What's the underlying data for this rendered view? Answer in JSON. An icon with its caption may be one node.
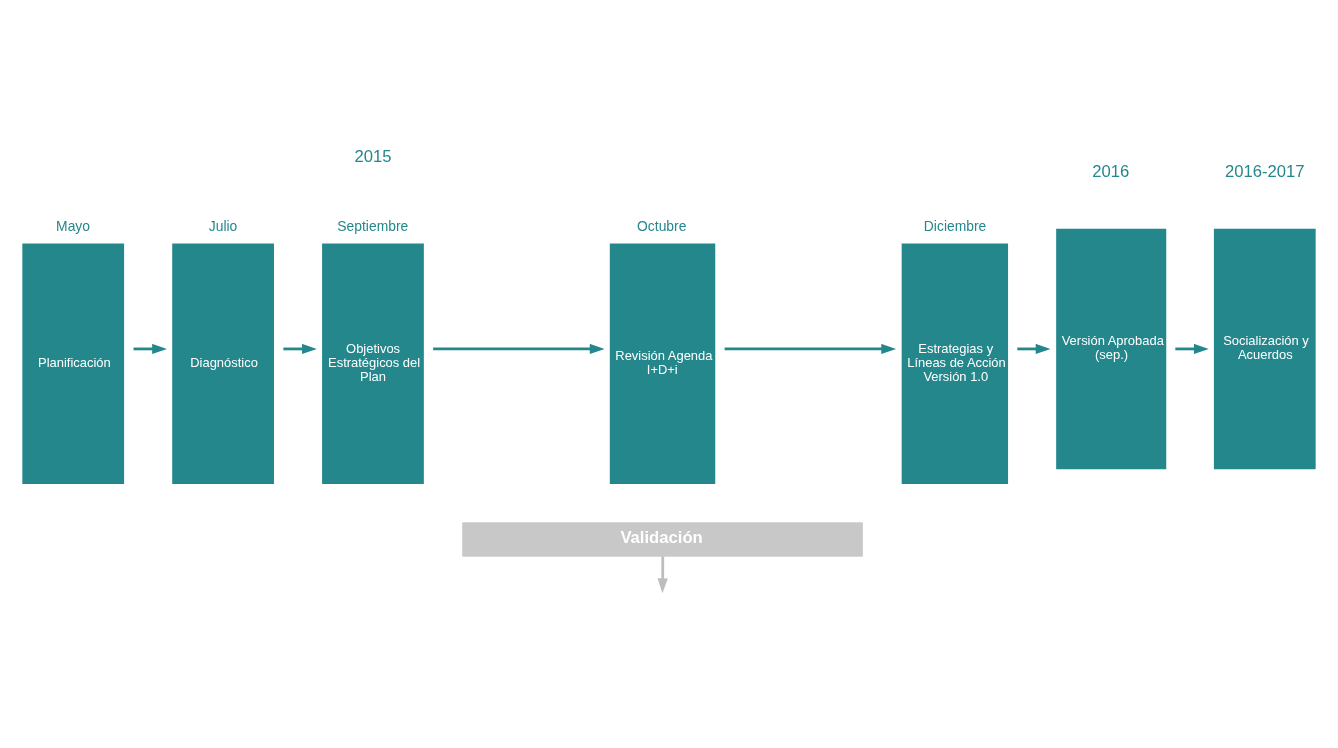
{
  "diagram": {
    "nodes": [
      {
        "text": [
          "Planificación"
        ],
        "beside": [
          "Mayo"
        ]
      },
      {
        "text": [
          "Diagnóstico"
        ],
        "beside": [
          "Julio"
        ]
      },
      {
        "text": [
          "Objetivos Estratégicos del Plan"
        ],
        "beside": [
          "Septiembre"
        ]
      },
      {
        "text": [
          "Revisión Agenda I+D+i"
        ],
        "beside": [
          "Octubre"
        ]
      },
      {
        "text": [
          "Estrategias y Líneas de Acción Versión 1.0"
        ],
        "beside": [
          "Diciembre"
        ]
      },
      {
        "text": [
          "Versión Aprobada (sep.)"
        ]
      },
      {
        "text": [
          "Socialización y Acuerdos"
        ]
      },
      {
        "text": [
          "Validación"
        ]
      }
    ],
    "edges": [
      {
        "from": 0,
        "to": 1,
        "arrow": "to"
      },
      {
        "from": 1,
        "to": 2,
        "arrow": "to"
      },
      {
        "from": 2,
        "to": 3,
        "arrow": "to"
      },
      {
        "from": 3,
        "to": 4,
        "arrow": "to"
      },
      {
        "from": 4,
        "to": 5,
        "arrow": "to"
      },
      {
        "from": 5,
        "to": 6,
        "arrow": "to"
      },
      {
        "from": 7,
        "to": null,
        "arrow": "to",
        "color": "#bdbdbd"
      }
    ],
    "labels": [
      "2015",
      "2016",
      "2016-2017"
    ]
  }
}
